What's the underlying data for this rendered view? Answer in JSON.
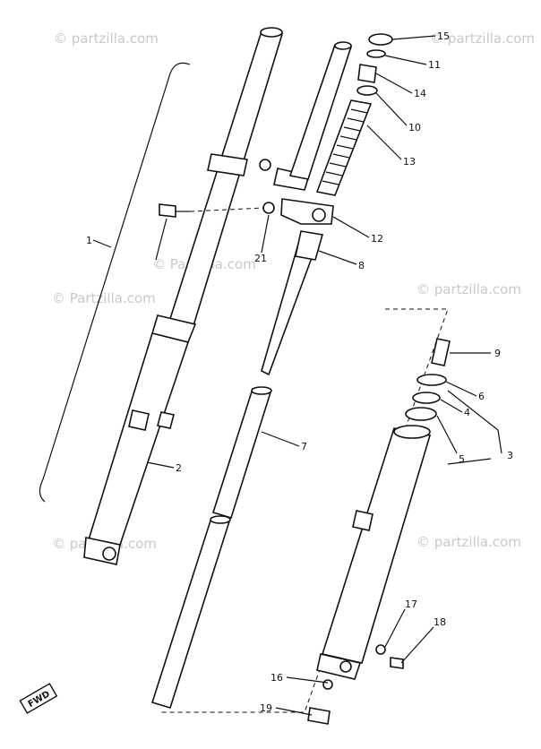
{
  "watermark": {
    "text": "© Partzilla.com",
    "text_alt": "© partzilla.com"
  },
  "fwd_badge": "FWD",
  "callouts": {
    "c1": "1",
    "c2": "2",
    "c3": "3",
    "c4": "4",
    "c5": "5",
    "c6": "6",
    "c7": "7",
    "c8": "8",
    "c9": "9",
    "c10": "10",
    "c11": "11",
    "c12": "12",
    "c13": "13",
    "c14": "14",
    "c15": "15",
    "c16": "16",
    "c17": "17",
    "c18": "18",
    "c19": "19",
    "c21": "21"
  }
}
